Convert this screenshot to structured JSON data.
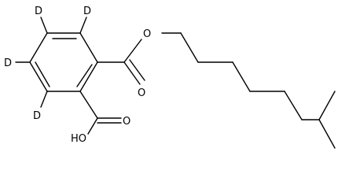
{
  "molecule": {
    "atom_labels": {
      "d_top_left": "D",
      "d_top_right": "D",
      "d_left": "D",
      "d_bottom_left": "D",
      "ester_single_o": "O",
      "ester_carbonyl_o": "O",
      "acid_carbonyl_o": "O",
      "acid_hydroxyl": "HO"
    }
  }
}
